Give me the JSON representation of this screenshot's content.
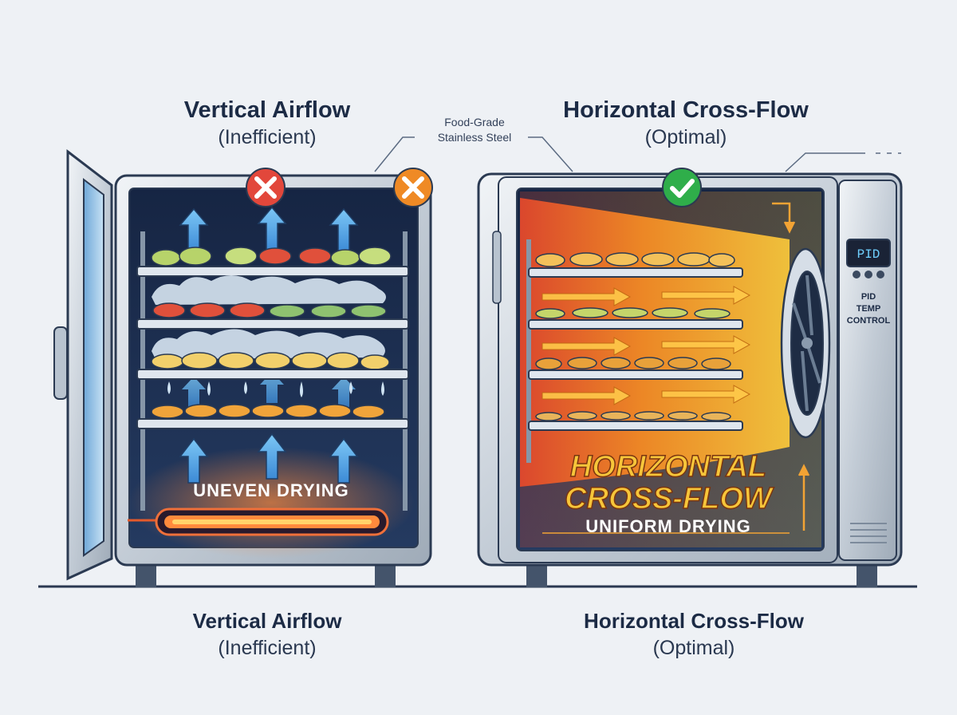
{
  "left_panel": {
    "title": "Vertical Airflow",
    "subtitle": "(Inefficient)",
    "inner_label": "UNEVEN DRYING",
    "caption_title": "Vertical Airflow",
    "caption_subtitle": "(Inefficient)",
    "status_icons": [
      "x-icon",
      "x-icon"
    ]
  },
  "right_panel": {
    "title": "Horizontal Cross-Flow",
    "subtitle": "(Optimal)",
    "inner_title_line1": "HORIZONTAL",
    "inner_title_line2": "CROSS-FLOW",
    "inner_label": "UNIFORM DRYING",
    "caption_title": "Horizontal Cross-Flow",
    "caption_subtitle": "(Optimal)",
    "status_icons": [
      "check-icon"
    ],
    "pid_display": "PID",
    "control_label_line1": "PID",
    "control_label_line2": "TEMP",
    "control_label_line3": "CONTROL"
  },
  "callout": {
    "line1": "Food-Grade",
    "line2": "Stainless Steel"
  },
  "colors": {
    "cabinet_frame": "#c9d3dd",
    "cabinet_interior": "#1b2d4e",
    "cross_mark_red": "#e2473b",
    "cross_mark_orange": "#ef8a25",
    "check_green": "#2fae4a",
    "heat_orange": "#f28a1e",
    "title_text": "#1c2b45"
  }
}
